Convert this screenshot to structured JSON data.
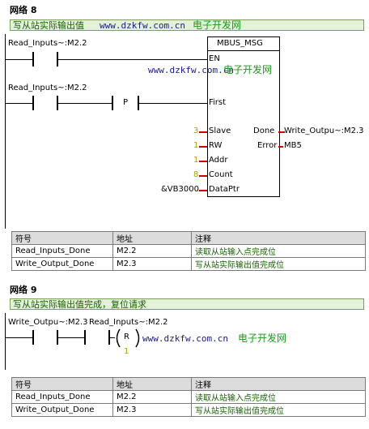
{
  "network8": {
    "title": "网络 8",
    "comment": "写从站实际输出值",
    "rung1_contact": "Read_Inputs~:M2.2",
    "rung2_contact": "Read_Inputs~:M2.2",
    "p_label": "P",
    "block": {
      "title": "MBUS_MSG",
      "en": "EN",
      "first": "First",
      "slave": "Slave",
      "rw": "RW",
      "addr": "Addr",
      "count": "Count",
      "dataptr": "DataPtr",
      "done": "Done",
      "error": "Error"
    },
    "params": {
      "slave": "3",
      "rw": "1",
      "addr": "1",
      "count": "8",
      "dataptr": "&VB3000"
    },
    "outputs": {
      "done": "Write_Outpu~:M2.3",
      "error": "MB5"
    },
    "symbols": {
      "headers": [
        "符号",
        "地址",
        "注释"
      ],
      "rows": [
        [
          "Read_Inputs_Done",
          "M2.2",
          "读取从站输入点完成位"
        ],
        [
          "Write_Output_Done",
          "M2.3",
          "写从站实际输出值完成位"
        ]
      ]
    }
  },
  "network9": {
    "title": "网络 9",
    "comment": "写从站实际输出值完成，复位请求",
    "contact1": "Write_Outpu~:M2.3",
    "contact2": "Read_Inputs~:M2.2",
    "coil": "R",
    "coil_count": "1",
    "symbols": {
      "headers": [
        "符号",
        "地址",
        "注释"
      ],
      "rows": [
        [
          "Read_Inputs_Done",
          "M2.2",
          "读取从站输入点完成位"
        ],
        [
          "Write_Output_Done",
          "M2.3",
          "写从站实际输出值完成位"
        ]
      ]
    }
  },
  "watermark": {
    "url": "www.dzkfw.com.cn",
    "name": "电子开发网"
  },
  "colors": {
    "comment_bg": "#e4f1d9",
    "comment_text": "#156200",
    "param_value": "#a8a000"
  }
}
